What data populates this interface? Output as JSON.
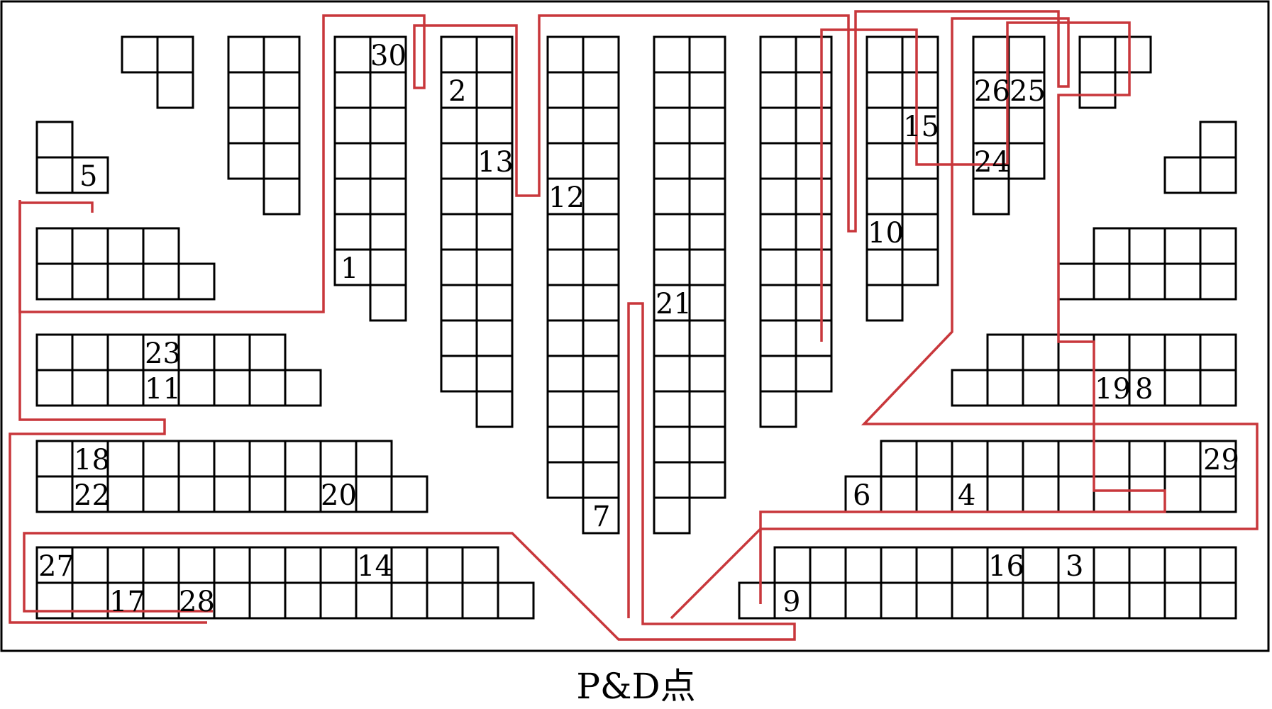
{
  "caption": "P&D点",
  "colors": {
    "outline": "#000000",
    "route": "#c8373b",
    "background": "#ffffff"
  },
  "storage_numbers": {
    "n1": "1",
    "n2": "2",
    "n3": "3",
    "n4": "4",
    "n5": "5",
    "n6": "6",
    "n7": "7",
    "n8": "8",
    "n9": "9",
    "n10": "10",
    "n11": "11",
    "n12": "12",
    "n13": "13",
    "n14": "14",
    "n15": "15",
    "n16": "16",
    "n17": "17",
    "n18": "18",
    "n19": "19",
    "n20": "20",
    "n21": "21",
    "n22": "22",
    "n23": "23",
    "n24": "24",
    "n25": "25",
    "n26": "26",
    "n27": "27",
    "n28": "28",
    "n29": "29",
    "n30": "30"
  }
}
